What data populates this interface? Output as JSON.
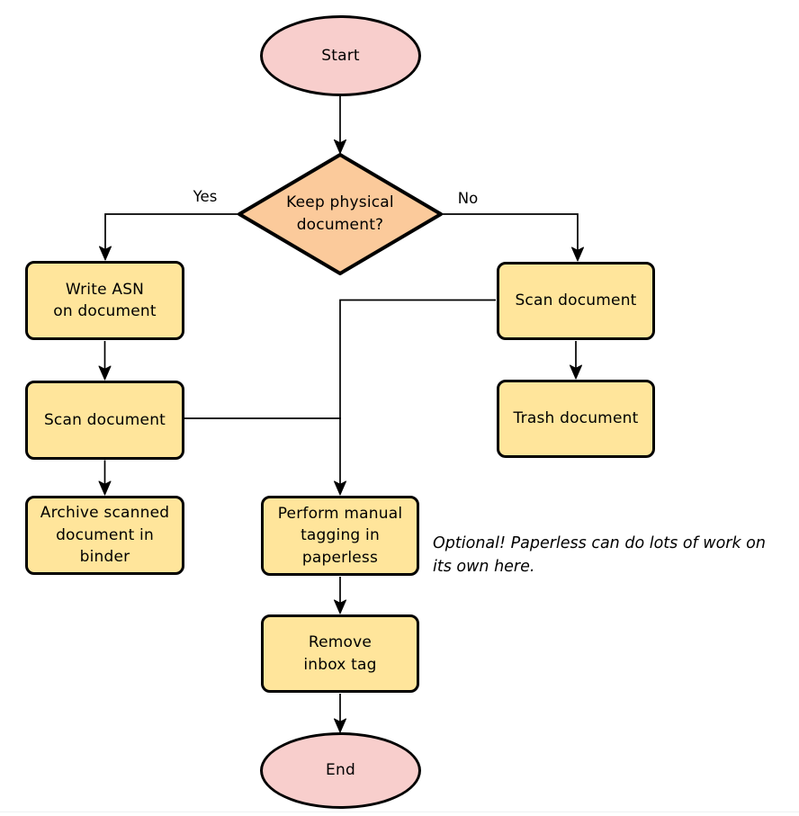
{
  "diagram": {
    "type": "flowchart",
    "nodes": {
      "start": {
        "label": "Start",
        "shape": "terminator"
      },
      "decision": {
        "label": "Keep physical\ndocument?",
        "shape": "decision"
      },
      "write_asn": {
        "label": "Write ASN\non document",
        "shape": "process"
      },
      "scan_left": {
        "label": "Scan document",
        "shape": "process"
      },
      "archive": {
        "label": "Archive scanned\ndocument in\nbinder",
        "shape": "process"
      },
      "scan_right": {
        "label": "Scan document",
        "shape": "process"
      },
      "trash": {
        "label": "Trash document",
        "shape": "process"
      },
      "tagging": {
        "label": "Perform manual\ntagging in\npaperless",
        "shape": "process"
      },
      "remove_inbox": {
        "label": "Remove\ninbox tag",
        "shape": "process"
      },
      "end": {
        "label": "End",
        "shape": "terminator"
      }
    },
    "edge_labels": {
      "yes": "Yes",
      "no": "No"
    },
    "note": "Optional! Paperless can do lots of work on\nits own here.",
    "colors": {
      "terminator_fill": "#f8cecc",
      "decision_fill": "#fbca9b",
      "process_fill": "#ffe59b",
      "edge_stroke": "#000000"
    }
  }
}
